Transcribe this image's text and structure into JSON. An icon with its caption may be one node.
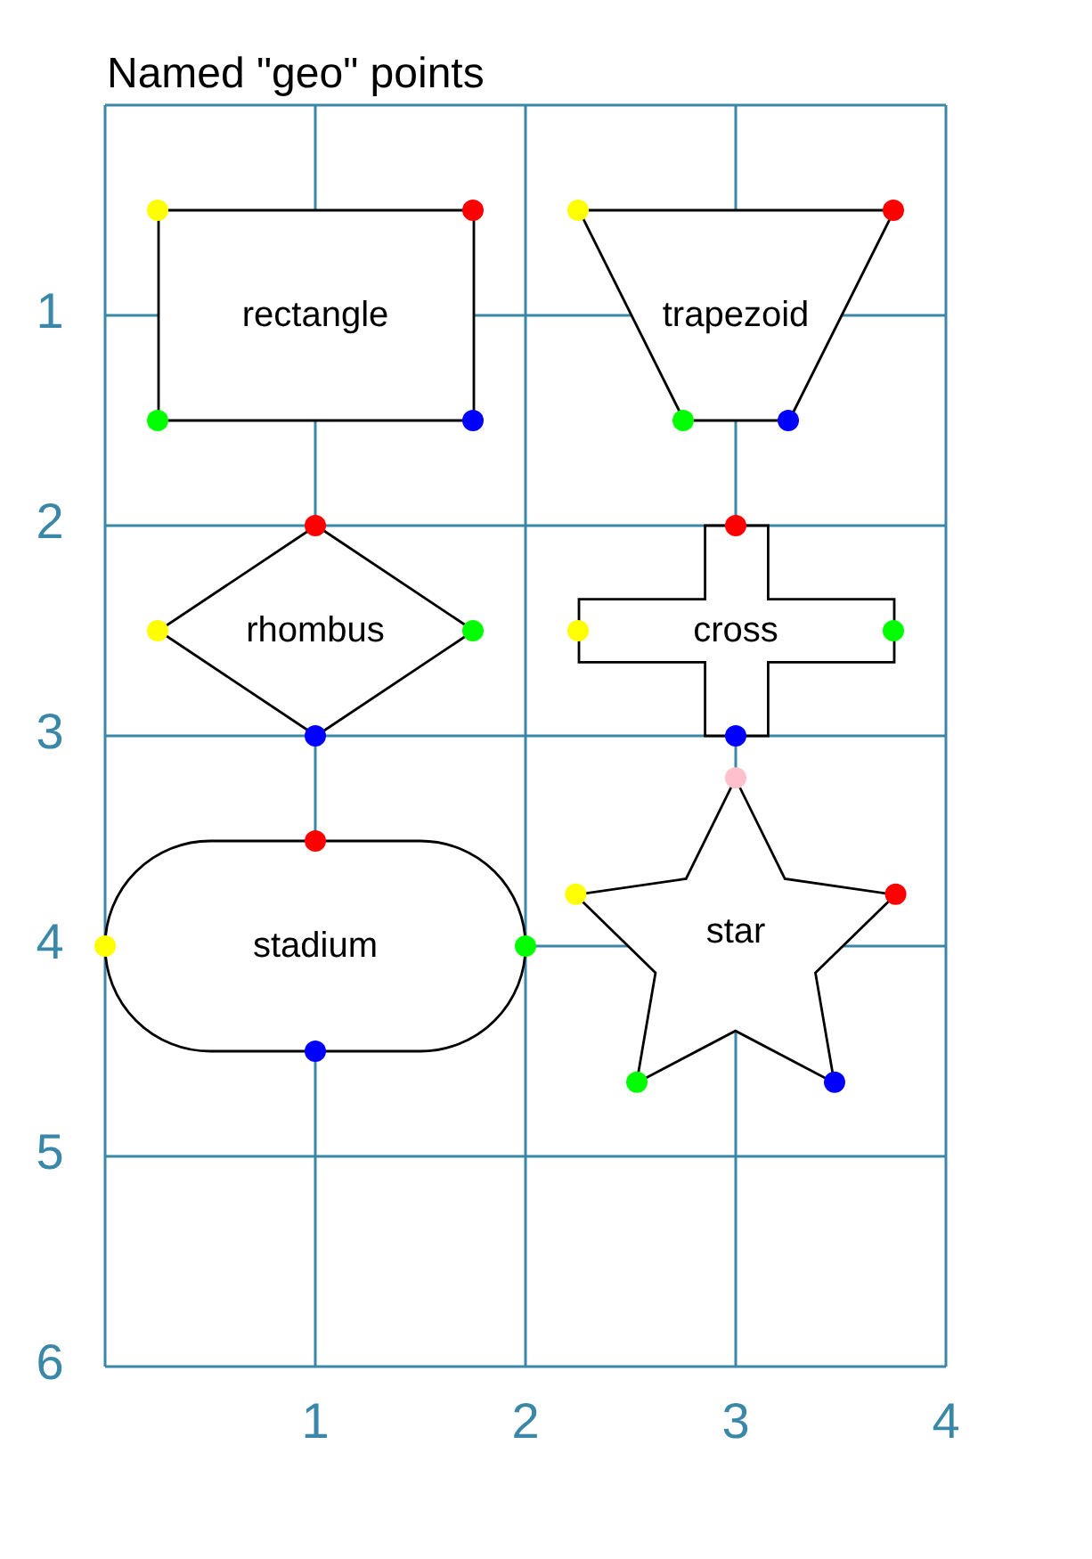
{
  "diagram": {
    "title": "Named \"geo\" points",
    "nodes": [
      {
        "text": [
          "rectangle"
        ]
      },
      {
        "text": [
          "trapezoid"
        ]
      },
      {
        "text": [
          "rhombus"
        ]
      },
      {
        "text": [
          "cross"
        ]
      },
      {
        "text": [
          "stadium"
        ]
      },
      {
        "text": [
          "star"
        ]
      }
    ],
    "labels": [
      "1",
      "2",
      "3",
      "4",
      "5",
      "6",
      "1",
      "2",
      "3",
      "4"
    ]
  }
}
